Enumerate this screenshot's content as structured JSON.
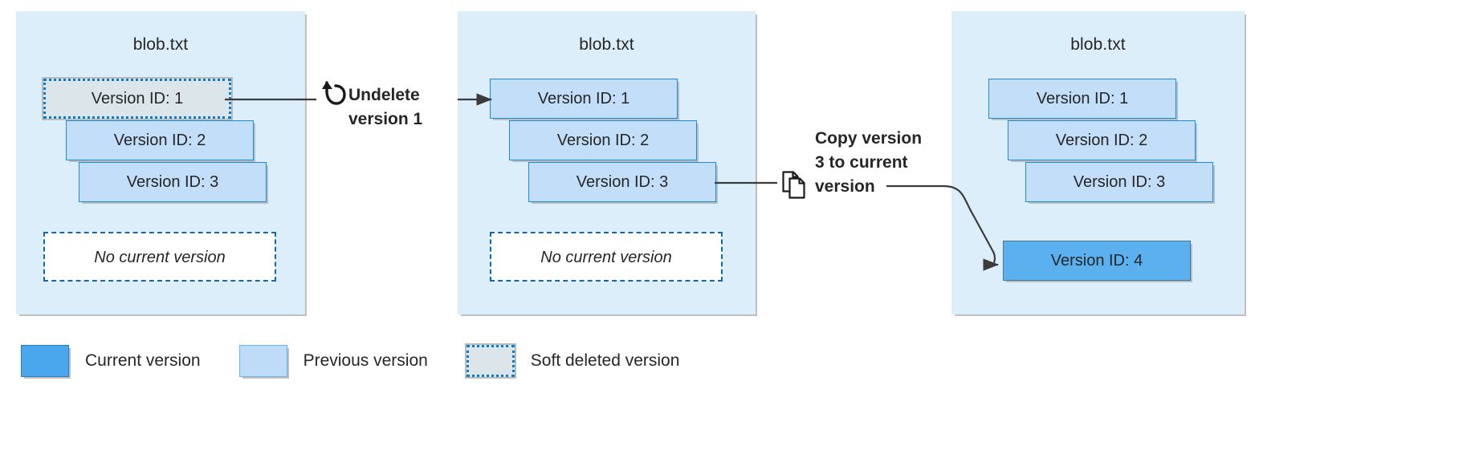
{
  "panels": [
    {
      "title": "blob.txt",
      "versions": [
        {
          "label": "Version ID: 1",
          "state": "softdeleted"
        },
        {
          "label": "Version ID: 2",
          "state": "previous"
        },
        {
          "label": "Version ID: 3",
          "state": "previous"
        }
      ],
      "placeholder": "No current version"
    },
    {
      "title": "blob.txt",
      "versions": [
        {
          "label": "Version ID: 1",
          "state": "previous"
        },
        {
          "label": "Version ID: 2",
          "state": "previous"
        },
        {
          "label": "Version ID: 3",
          "state": "previous"
        }
      ],
      "placeholder": "No current version"
    },
    {
      "title": "blob.txt",
      "versions": [
        {
          "label": "Version ID: 1",
          "state": "previous"
        },
        {
          "label": "Version ID: 2",
          "state": "previous"
        },
        {
          "label": "Version ID: 3",
          "state": "previous"
        }
      ],
      "current": {
        "label": "Version ID: 4",
        "state": "current"
      }
    }
  ],
  "callouts": {
    "undelete": {
      "text": "Undelete\nversion 1",
      "icon": "undo-icon"
    },
    "copy": {
      "text": "Copy version\n3 to current\nversion",
      "icon": "copy-icon"
    }
  },
  "legend": [
    {
      "label": "Current version",
      "swatch": "current"
    },
    {
      "label": "Previous version",
      "swatch": "previous"
    },
    {
      "label": "Soft deleted version",
      "swatch": "softdeleted"
    }
  ],
  "colors": {
    "panel_background": "#DCEEF9",
    "current_version": "#5BB0EF",
    "previous_version": "#C2DEF8",
    "soft_deleted": "#DCE5EA",
    "accent_blue": "#0A7BD4",
    "connector": "#3B3B3B"
  }
}
